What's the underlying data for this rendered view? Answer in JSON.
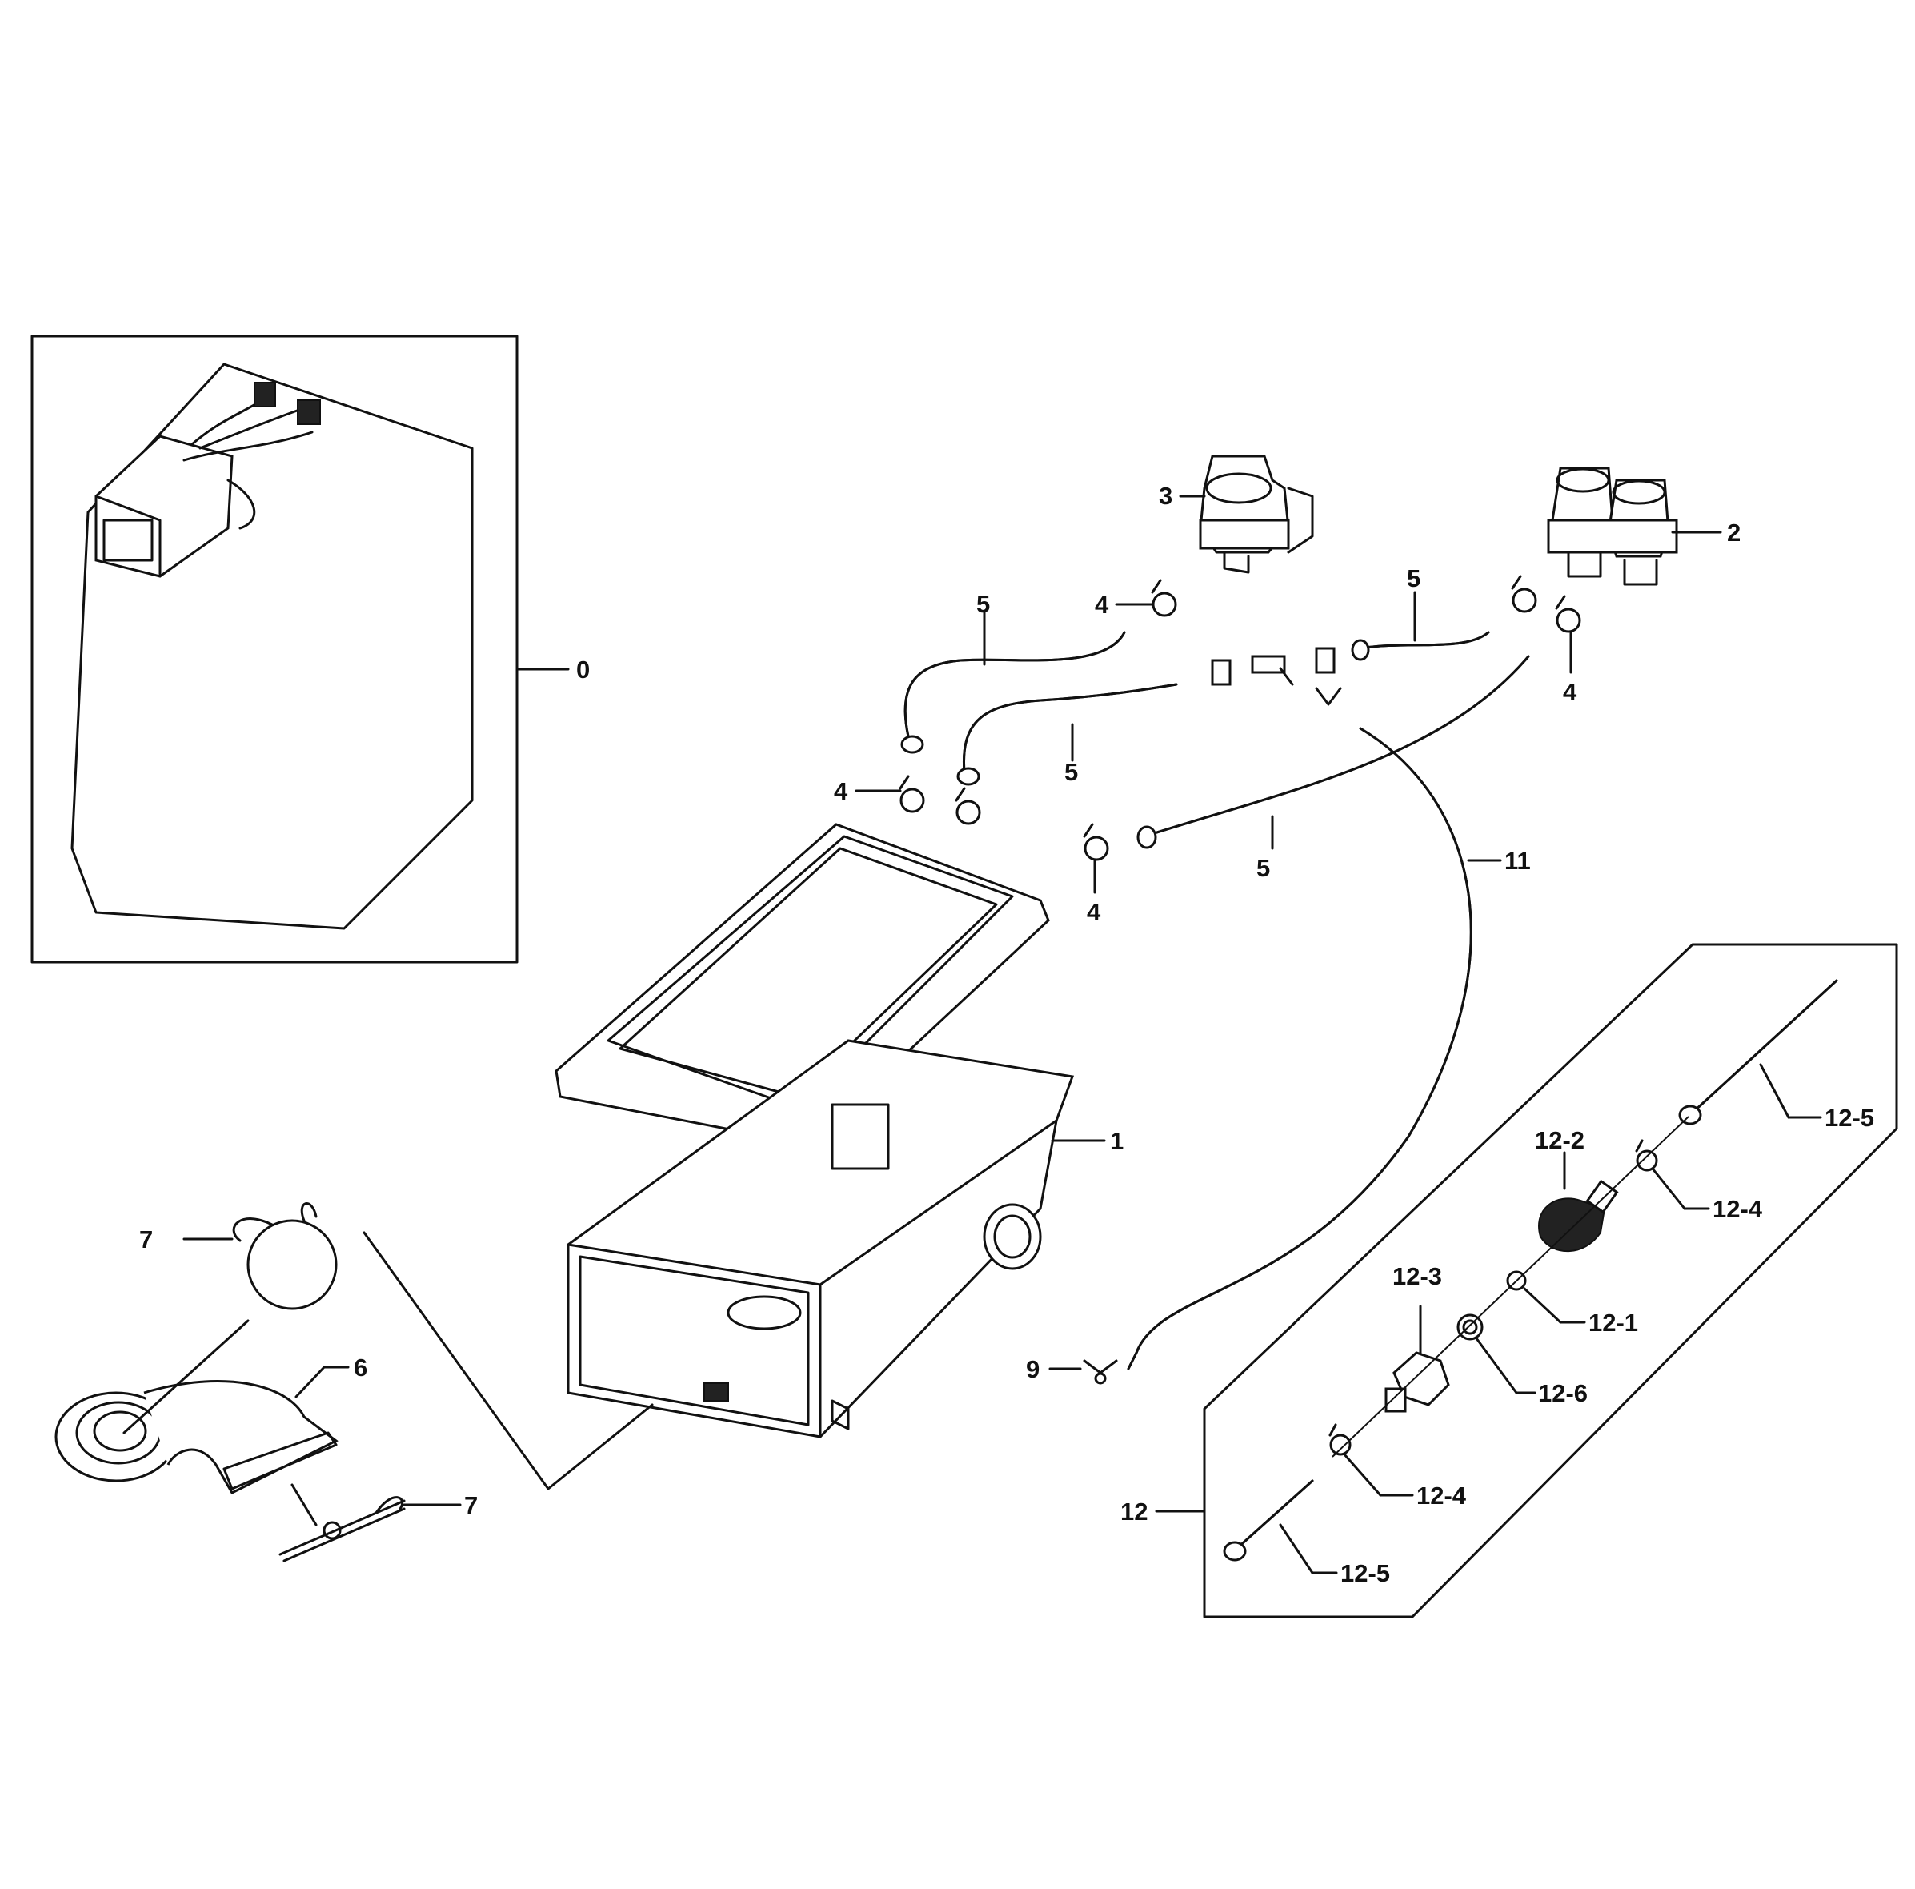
{
  "labels": {
    "p0": "0",
    "p1": "1",
    "p2": "2",
    "p3": "3",
    "p4_valve3": "4",
    "p4_valve2": "4",
    "p4_left": "4",
    "p4_mid": "4",
    "p5_top": "5",
    "p5_mid": "5",
    "p5_right": "5",
    "p5_low": "5",
    "p6": "6",
    "p7_top": "7",
    "p7_bottom": "7",
    "p9": "9",
    "p11": "11",
    "p12": "12",
    "p12_1": "12-1",
    "p12_2": "12-2",
    "p12_3": "12-3",
    "p12_4_top": "12-4",
    "p12_4_bottom": "12-4",
    "p12_5_top": "12-5",
    "p12_5_bottom": "12-5",
    "p12_6": "12-6"
  }
}
